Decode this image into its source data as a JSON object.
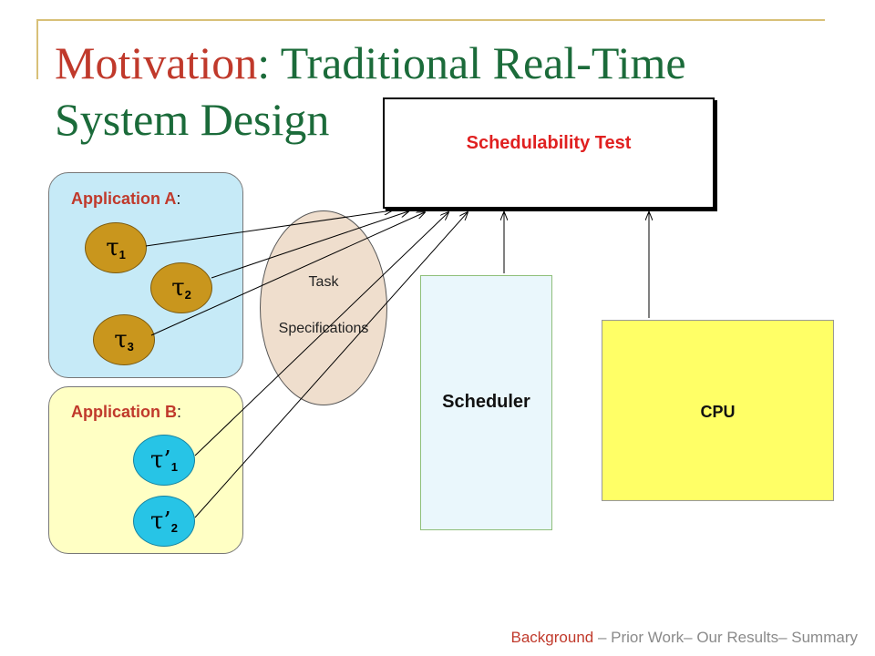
{
  "title": {
    "part1": "Motivation",
    "part2": ":  Traditional Real-Time System Design"
  },
  "schedulability_test": {
    "label": "Schedulability Test"
  },
  "application_a": {
    "label": "Application A",
    "colon": ":",
    "tasks": [
      {
        "symbol": "τ",
        "sub": "1"
      },
      {
        "symbol": "τ",
        "sub": "2"
      },
      {
        "symbol": "τ",
        "sub": "3"
      }
    ]
  },
  "application_b": {
    "label": "Application B",
    "colon": ":",
    "tasks": [
      {
        "symbol": "τ’",
        "sub": "1"
      },
      {
        "symbol": "τ’",
        "sub": "2"
      }
    ]
  },
  "task_specifications": {
    "line1": "Task",
    "line2": "Specifications"
  },
  "scheduler": {
    "label": "Scheduler"
  },
  "cpu": {
    "label": "CPU"
  },
  "footer": {
    "background": "Background",
    "sep1": " – ",
    "prior_work": "Prior Work",
    "sep2": "– ",
    "our_results": "Our Results",
    "sep3": "– ",
    "summary": "Summary"
  },
  "colors": {
    "title_green": "#1b6b3a",
    "title_red": "#c0392b",
    "app_a_bg": "#c6eaf7",
    "app_b_bg": "#ffffc4",
    "task_a": "#c9961d",
    "task_b": "#27c4e6",
    "specs_bg": "#efdecd",
    "scheduler_bg": "#eaf7fc",
    "cpu_bg": "#ffff66",
    "test_label": "#e02020"
  }
}
